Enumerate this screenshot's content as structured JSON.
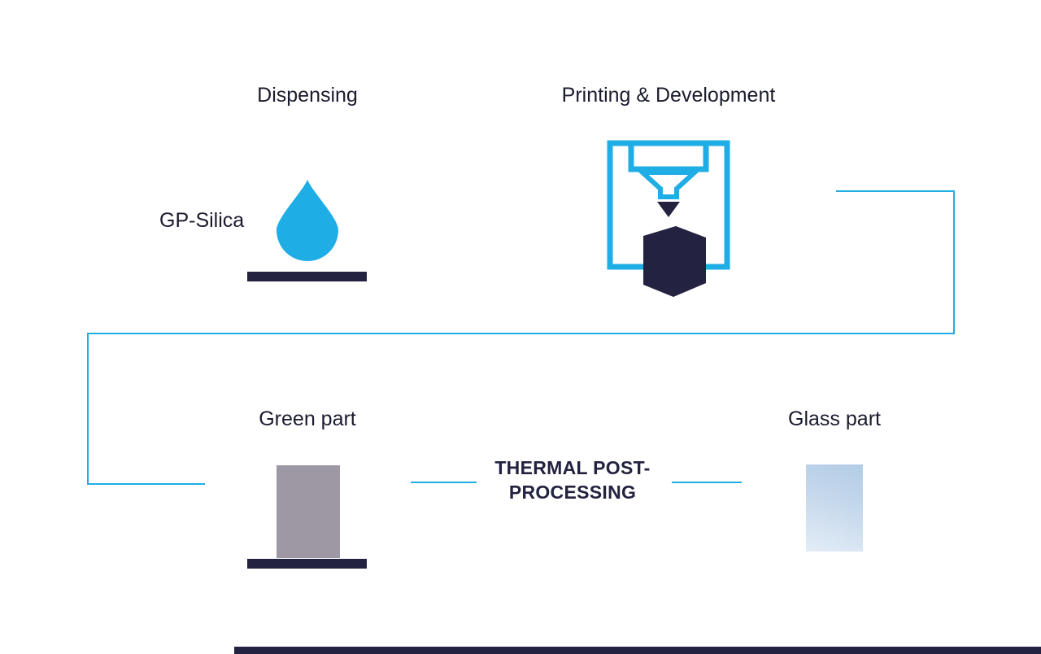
{
  "diagram": {
    "titles": {
      "dispensing": "Dispensing",
      "printing": "Printing & Development"
    },
    "labels": {
      "gp_silica": "GP-Silica",
      "green_part": "Green part",
      "glass_part": "Glass part",
      "thermal": "THERMAL POST-PROCESSING"
    },
    "icons": {
      "droplet": "droplet-icon",
      "printer": "3d-printer-icon"
    },
    "colors": {
      "accent_cyan": "#1fade6",
      "dark_navy": "#232240",
      "text": "#1b1b2f",
      "green_part_gray": "#9d98a4",
      "glass_gradient_start": "#b3cce6",
      "glass_gradient_end": "#e3edf7",
      "background": "#ffffff"
    }
  }
}
